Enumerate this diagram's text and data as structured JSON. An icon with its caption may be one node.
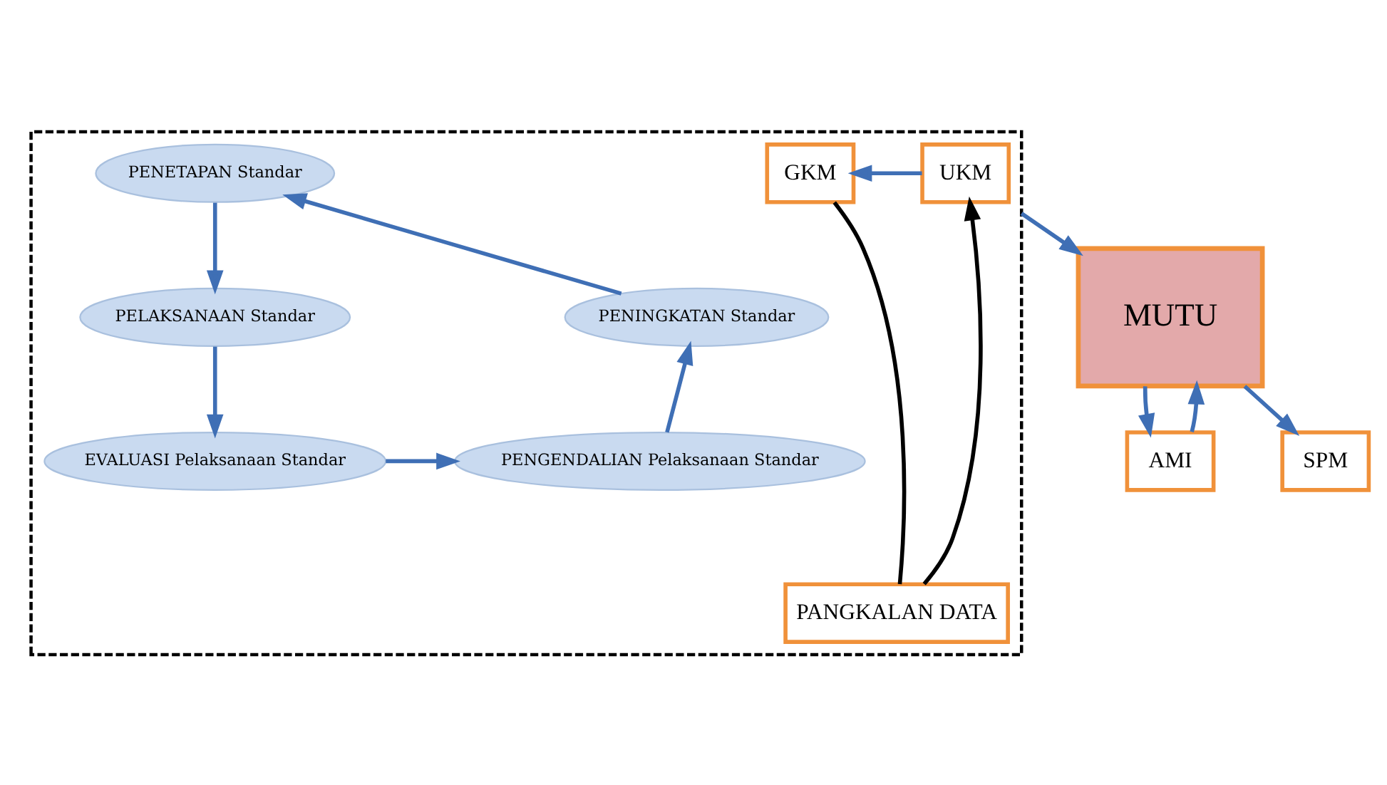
{
  "diagram": {
    "nodes": [
      {
        "text": [],
        "shape": "box"
      },
      {
        "text": [
          "UKM"
        ],
        "in": 0
      },
      {
        "text": [
          "GKM"
        ],
        "in": 0
      },
      {
        "text": [
          "PENETAPAN Standar"
        ],
        "in": 0
      },
      {
        "text": [
          "PELAKSANAAN Standar"
        ],
        "in": 0
      },
      {
        "text": [
          "EVALUASI Pelaksanaan Standar"
        ],
        "in": 0
      },
      {
        "text": [
          "PENGENDALIAN Pelaksanaan Standar"
        ],
        "in": 0
      },
      {
        "text": [
          "PENINGKATAN Standar"
        ],
        "in": 0
      },
      {
        "text": [
          "PANGKALAN DATA"
        ],
        "in": 0
      },
      {
        "text": [
          "AMI"
        ]
      },
      {
        "text": [
          "MUTU"
        ]
      },
      {
        "text": [
          "SPM"
        ]
      }
    ],
    "edges": [
      {
        "from": 1,
        "to": 2,
        "arrow": "to"
      },
      {
        "from": 3,
        "to": 4,
        "arrow": "to"
      },
      {
        "from": 4,
        "to": 5,
        "arrow": "to"
      },
      {
        "from": 5,
        "to": 6,
        "arrow": "to"
      },
      {
        "from": 6,
        "to": 7,
        "arrow": "to"
      },
      {
        "from": 7,
        "to": 3,
        "arrow": "to"
      },
      {
        "from": 2,
        "to": 8,
        "arrow": "none",
        "color": "#000000"
      },
      {
        "from": 8,
        "to": 1,
        "arrow": "to",
        "color": "#000000"
      },
      {
        "from": 0,
        "to": 10,
        "arrow": "to"
      },
      {
        "from": 10,
        "to": 9,
        "arrow": "to"
      },
      {
        "from": 9,
        "to": 10,
        "arrow": "to"
      },
      {
        "from": 10,
        "to": 11,
        "arrow": "to"
      }
    ]
  }
}
